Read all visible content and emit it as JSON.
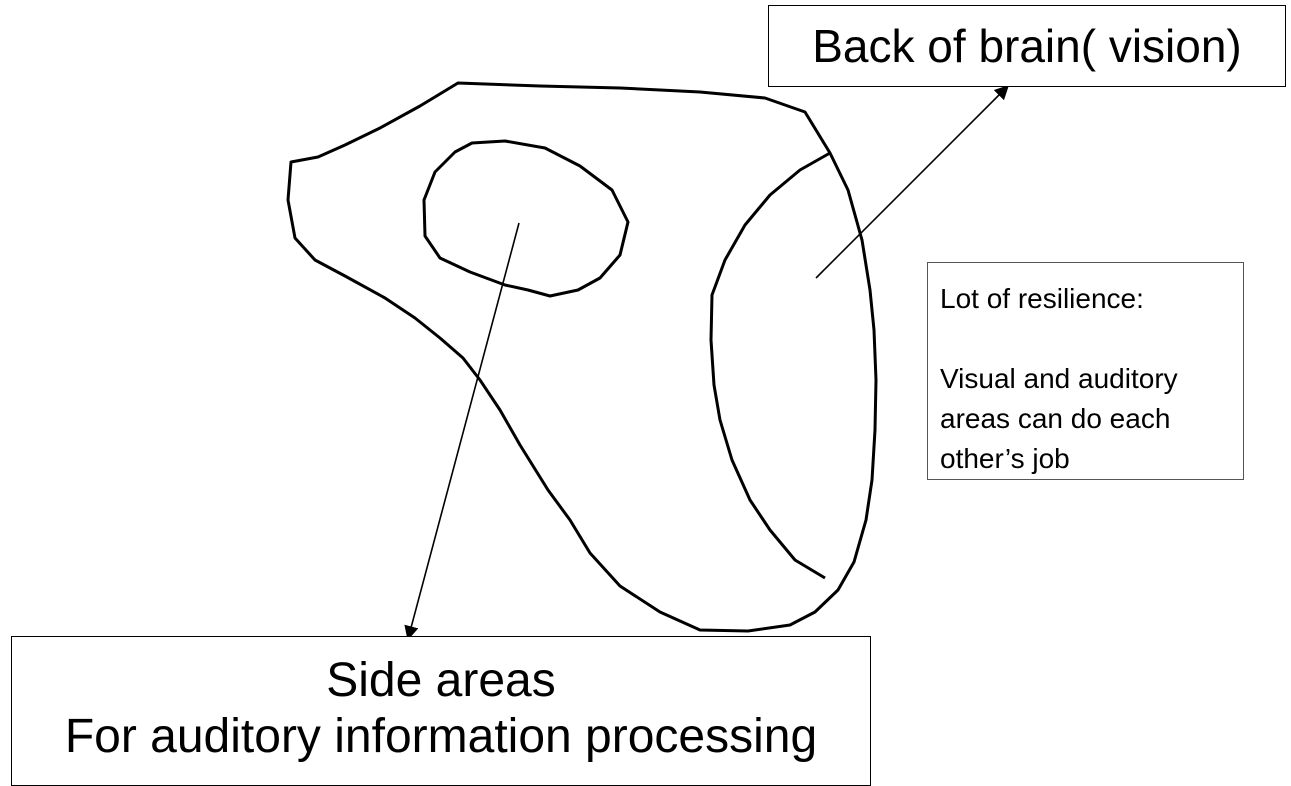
{
  "labels": {
    "vision": "Back of brain( vision)",
    "resilience": {
      "heading": "Lot of resilience:",
      "body": "Visual and auditory areas can do each other’s job"
    },
    "side": {
      "line1": "Side areas",
      "line2": "For auditory information processing"
    }
  },
  "colors": {
    "stroke": "#000000",
    "box_border_light": "#555555",
    "background": "#ffffff"
  }
}
